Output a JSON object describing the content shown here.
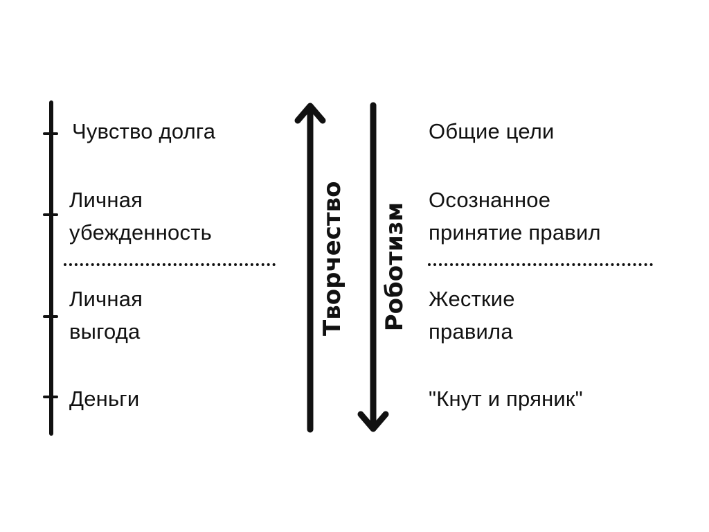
{
  "diagram": {
    "left_scale": {
      "items": [
        {
          "lines": [
            "Чувство долга"
          ]
        },
        {
          "lines": [
            "Личная",
            "убежденность"
          ]
        },
        {
          "lines": [
            "Личная",
            "выгода"
          ]
        },
        {
          "lines": [
            "Деньги"
          ]
        }
      ]
    },
    "up_arrow": {
      "label": "Творчество"
    },
    "down_arrow": {
      "label": "Роботизм"
    },
    "right_column": {
      "items": [
        {
          "lines": [
            "Общие цели"
          ]
        },
        {
          "lines": [
            "Осознанное",
            "принятие правил"
          ]
        },
        {
          "lines": [
            "Жесткие",
            "правила"
          ]
        },
        {
          "lines": [
            "\"Кнут и пряник\""
          ]
        }
      ]
    },
    "line_color": "#111111"
  }
}
